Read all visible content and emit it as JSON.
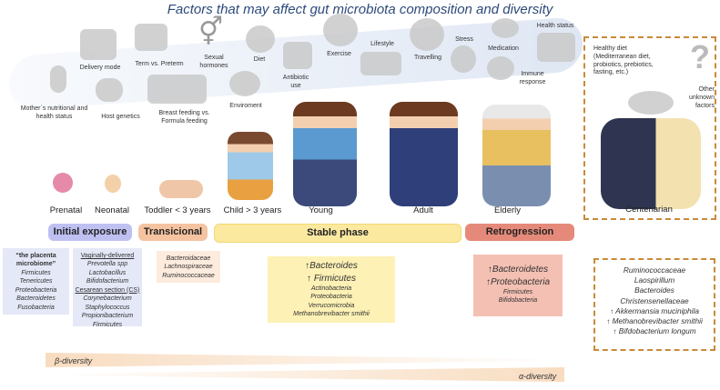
{
  "title": "Factors that may affect gut microbiota composition and diversity",
  "factors": {
    "mother": "Mother´s nutritional and health status",
    "delivery": "Delivery mode",
    "genetics": "Host genetics",
    "term": "Term vs. Preterm",
    "feeding": "Breast feeding vs. Formula feeding",
    "hormones": "Sexual hormones",
    "diet": "Diet",
    "environment": "Enviroment",
    "antibiotic": "Antibiotic use",
    "exercise": "Exercise",
    "lifestyle": "Lifestyle",
    "travelling": "Travelling",
    "stress": "Stress",
    "medication": "Medication",
    "immune": "Immune response",
    "health": "Health status",
    "healthy_diet": "Healthy diet (Mediterranean diet, probiotics, prebiotics, fasting, etc.)",
    "other": "Other unknown factors"
  },
  "stages": [
    "Prenatal",
    "Neonatal",
    "Toddler < 3 years",
    "Child > 3 years",
    "Young",
    "Adult",
    "Elderly",
    "Centenarian"
  ],
  "phases": {
    "initial": "Initial exposure",
    "transicional": "Transicional",
    "stable": "Stable phase",
    "retro": "Retrogression"
  },
  "colors": {
    "initial": "#bfc0f2",
    "transicional": "#f5c3a0",
    "stable": "#fbe9a0",
    "retro": "#e58a7a",
    "box_blue": "#e4e8f7",
    "box_peach": "#fdebdd",
    "box_yellow": "#fdf1b5",
    "box_pink": "#f4c0b3"
  },
  "boxes": {
    "placenta": {
      "head": "“the placenta microbiome”",
      "items": [
        "Firmicutes",
        "Tenericutes",
        "Proteobacteria",
        "Bacteroidetes",
        "Fusobacteria"
      ]
    },
    "vaginal": {
      "head": "Vaginally-delivered",
      "items": [
        "Prevotella spp",
        "Lactobacillus",
        "Bifidofacterium"
      ],
      "head2": "Cesarean section (CS)",
      "items2": [
        "Corynebacterium",
        "Staphylococcus",
        "Propionibacterium",
        "Firmicutes"
      ]
    },
    "trans": [
      "Bacteroidaceae",
      "Lachnospiraceae",
      "Ruminococcaceae"
    ],
    "stable": {
      "up": [
        "↑Bacteroides",
        "↑ Firmicutes"
      ],
      "items": [
        "Actinobacteria",
        "Proteobacteria",
        "Verrucomicrobia",
        "Methanobrevibacter smithii"
      ]
    },
    "retro": {
      "up": [
        "↑Bacteroidetes",
        "↑Proteobacteria"
      ],
      "items": [
        "Firmicutes",
        "Bifidobacteria"
      ]
    },
    "cent": [
      "Ruminococcaceae",
      "Laospirillum",
      "Bacteroides",
      "Christensenellaceae",
      "↑ Akkermansia muciniphila",
      "↑ Methanobrevibacter smithii",
      "↑ Bifdobacterium longum"
    ]
  },
  "diversity": {
    "beta": "β-diversity",
    "alpha": "α-diversity"
  }
}
